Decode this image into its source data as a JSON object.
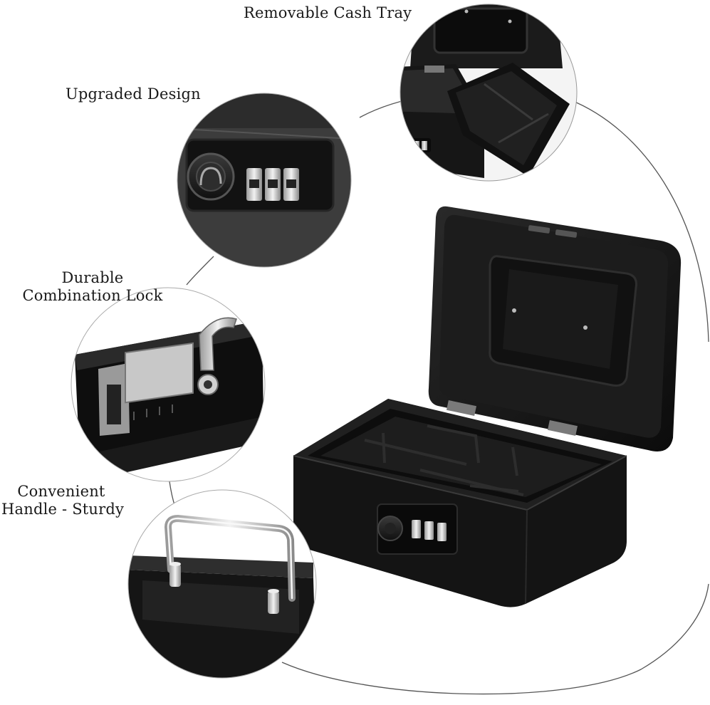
{
  "labels": {
    "removable_cash_tray": "Removable Cash Tray",
    "upgraded_design": "Upgraded Design",
    "durable_lock_line1": "Durable",
    "durable_lock_line2": "Combination Lock",
    "handle_line1": "Convenient",
    "handle_line2": "Handle - Sturdy"
  },
  "colors": {
    "background": "#ffffff",
    "box_black": "#141414",
    "text": "#1a1a1a"
  }
}
